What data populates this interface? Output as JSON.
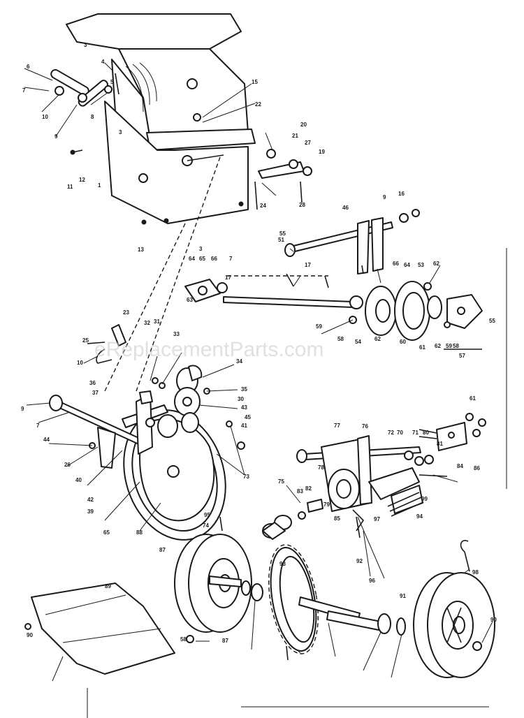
{
  "watermark": "eReplacementParts.com",
  "part_labels": [
    "1",
    "3",
    "4",
    "6",
    "5",
    "7",
    "10",
    "8",
    "9",
    "3",
    "15",
    "22",
    "20",
    "21",
    "27",
    "19",
    "28",
    "11",
    "12",
    "13",
    "24",
    "46",
    "9",
    "16",
    "55",
    "3",
    "64",
    "65",
    "66",
    "7",
    "17",
    "63",
    "17",
    "66",
    "64",
    "53",
    "51",
    "62",
    "59",
    "58",
    "54",
    "62",
    "60",
    "61",
    "62",
    "59",
    "58",
    "57",
    "55",
    "23",
    "32",
    "25",
    "31",
    "34",
    "10",
    "33",
    "36",
    "37",
    "35",
    "9",
    "7",
    "44",
    "26",
    "30",
    "43",
    "41",
    "45",
    "40",
    "42",
    "39",
    "65",
    "88",
    "87",
    "74",
    "73",
    "61",
    "72",
    "70",
    "71",
    "80",
    "77",
    "76",
    "75",
    "78",
    "79",
    "85",
    "83",
    "82",
    "81",
    "84",
    "86",
    "99",
    "94",
    "97",
    "92",
    "96",
    "93",
    "95",
    "98",
    "91",
    "90",
    "89",
    "90",
    "87",
    "58"
  ]
}
